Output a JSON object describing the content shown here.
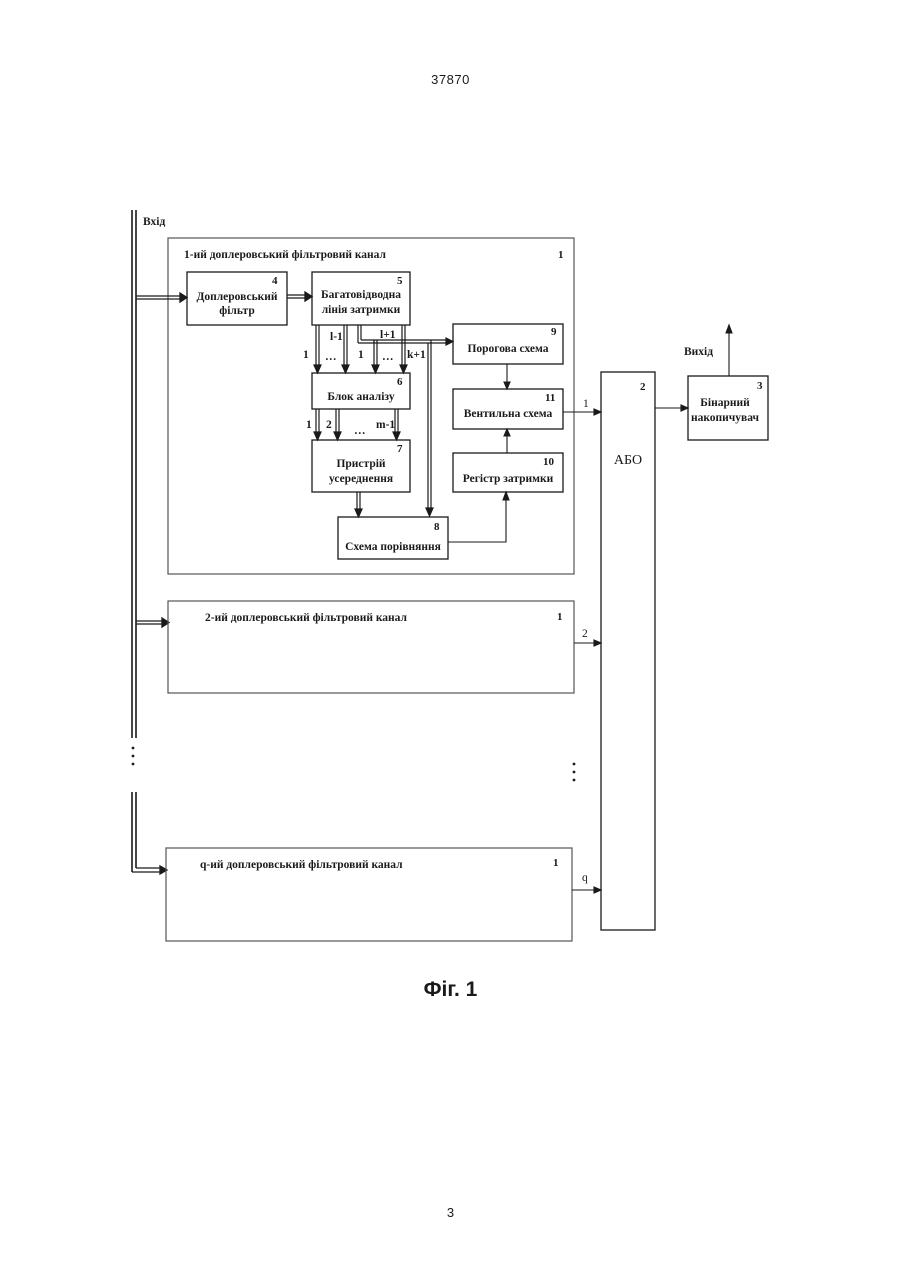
{
  "page_number_top": "37870",
  "page_number_bottom": "3",
  "figure_caption": "Фіг. 1",
  "input_label": "Вхід",
  "output_label": "Вихід",
  "channels": [
    {
      "title": "1-ий доплеровський фільтровий канал",
      "ref": "1",
      "out_label": "1"
    },
    {
      "title": "2-ий доплеровський фільтровий канал",
      "ref": "1",
      "out_label": "2"
    },
    {
      "title": "q-ий доплеровський фільтровий канал",
      "ref": "1",
      "out_label": "q"
    }
  ],
  "blocks": {
    "doppler_filter": {
      "num": "4",
      "line1": "Доплеровський",
      "line2": "фільтр"
    },
    "delay_line": {
      "num": "5",
      "line1": "Багатовідводна",
      "line2": "лінія затримки"
    },
    "threshold": {
      "num": "9",
      "line1": "Порогова схема"
    },
    "analysis": {
      "num": "6",
      "line1": "Блок аналізу"
    },
    "gate": {
      "num": "11",
      "line1": "Вентильна схема"
    },
    "averaging": {
      "num": "7",
      "line1": "Пристрій",
      "line2": "усереднення"
    },
    "delay_register": {
      "num": "10",
      "line1": "Регістр затримки"
    },
    "comparison": {
      "num": "8",
      "line1": "Схема порівняння"
    },
    "or_block": {
      "num": "2",
      "line1": "АБО"
    },
    "accumulator": {
      "num": "3",
      "line1": "Бінарний",
      "line2": "накопичувач"
    }
  },
  "tap_labels": {
    "first": "1",
    "l_minus_1": "l-1",
    "one_b": "1",
    "l_plus_1": "l+1",
    "k_plus_1": "k+1",
    "dots": "…",
    "avg_1": "1",
    "avg_2": "2",
    "m_minus_1": "m-1",
    "avg_dots": "…"
  }
}
